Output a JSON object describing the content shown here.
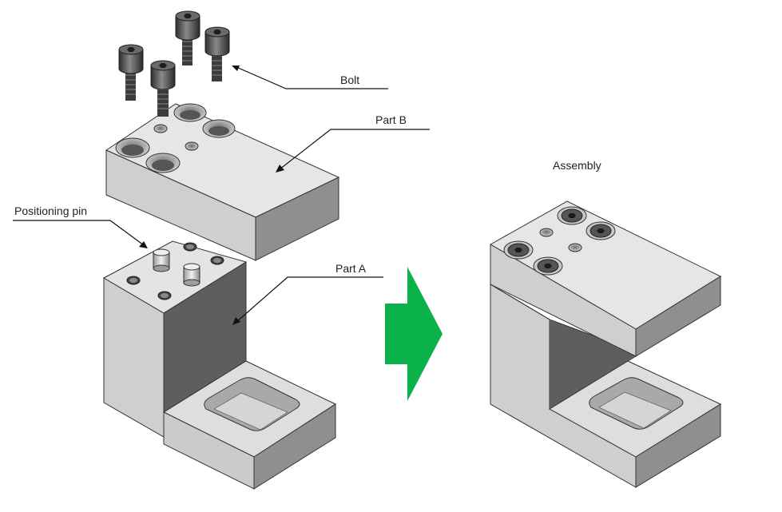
{
  "labels": {
    "bolt": "Bolt",
    "part_b": "Part B",
    "positioning_pin": "Positioning pin",
    "part_a": "Part A",
    "assembly": "Assembly"
  },
  "colors": {
    "arrow": "#0bb24a",
    "metal_top": "#e6e6e6",
    "metal_left": "#cfcfcf",
    "metal_right": "#9a9a9a",
    "metal_dark": "#5c5c5c",
    "bolt": "#4a4a4a"
  },
  "icons": {
    "process_arrow": "right-arrow"
  }
}
